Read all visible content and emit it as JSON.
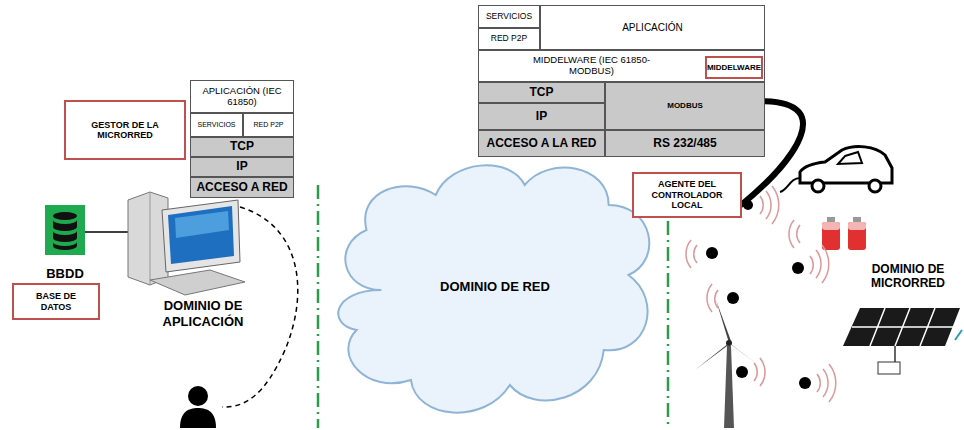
{
  "diagram": {
    "nodes": [
      {
        "text": [
          "APLICACIÓN (IEC 61850)"
        ]
      },
      {
        "text": [
          "SERVICIOS"
        ]
      },
      {
        "text": [
          "RED P2P"
        ]
      },
      {
        "text": [
          "TCP"
        ]
      },
      {
        "text": [
          "IP"
        ]
      },
      {
        "text": [
          "ACCESO A RED"
        ]
      },
      {
        "text": [
          "GESTOR DE LA MICRORRED"
        ]
      },
      {
        "text": [
          "BASE DE DATOS"
        ]
      },
      {
        "text": [
          "DOMINIO DE RED"
        ]
      },
      {
        "text": [
          "SERVICIOS"
        ]
      },
      {
        "text": [
          "RED P2P"
        ]
      },
      {
        "text": [
          "APLICACIÓN"
        ]
      },
      {
        "text": [
          "MIDDELWARE (IEC 61850-MODBUS)"
        ]
      },
      {
        "text": [
          "MIDDELWARE"
        ],
        "in": 12
      },
      {
        "text": [
          "TCP"
        ]
      },
      {
        "text": [
          "IP"
        ]
      },
      {
        "text": [
          "ACCESO A LA RED"
        ]
      },
      {
        "text": [
          "MODBUS"
        ]
      },
      {
        "text": [
          "RS 232/485"
        ]
      },
      {
        "text": [
          "AGENTE DEL CONTROLADOR LOCAL"
        ]
      }
    ],
    "edges": [
      {
        "from": 17,
        "to": 19,
        "arrow": "none"
      }
    ],
    "labels": [
      "BBDD",
      "DOMINIO DE APLICACIÓN",
      "DOMINIO DE MICRORRED"
    ]
  }
}
